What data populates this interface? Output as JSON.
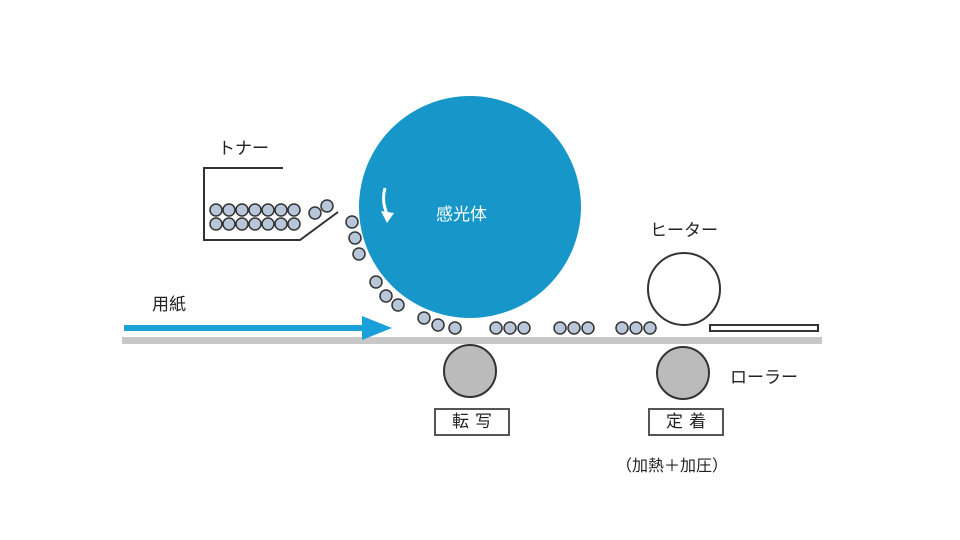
{
  "labels": {
    "toner": "トナー",
    "photoconductor": "感光体",
    "heater": "ヒーター",
    "paper": "用紙",
    "roller": "ローラー",
    "transfer": "転写",
    "fixing": "定着",
    "fixing_note": "（加熱＋加圧）"
  },
  "colors": {
    "drum": "#1797c9",
    "arrow": "#1aa0d8",
    "paper_line": "#c8c8c8",
    "roller": "#bbbbbb",
    "toner_particle": "#b7c7d9",
    "outline": "#333333"
  }
}
